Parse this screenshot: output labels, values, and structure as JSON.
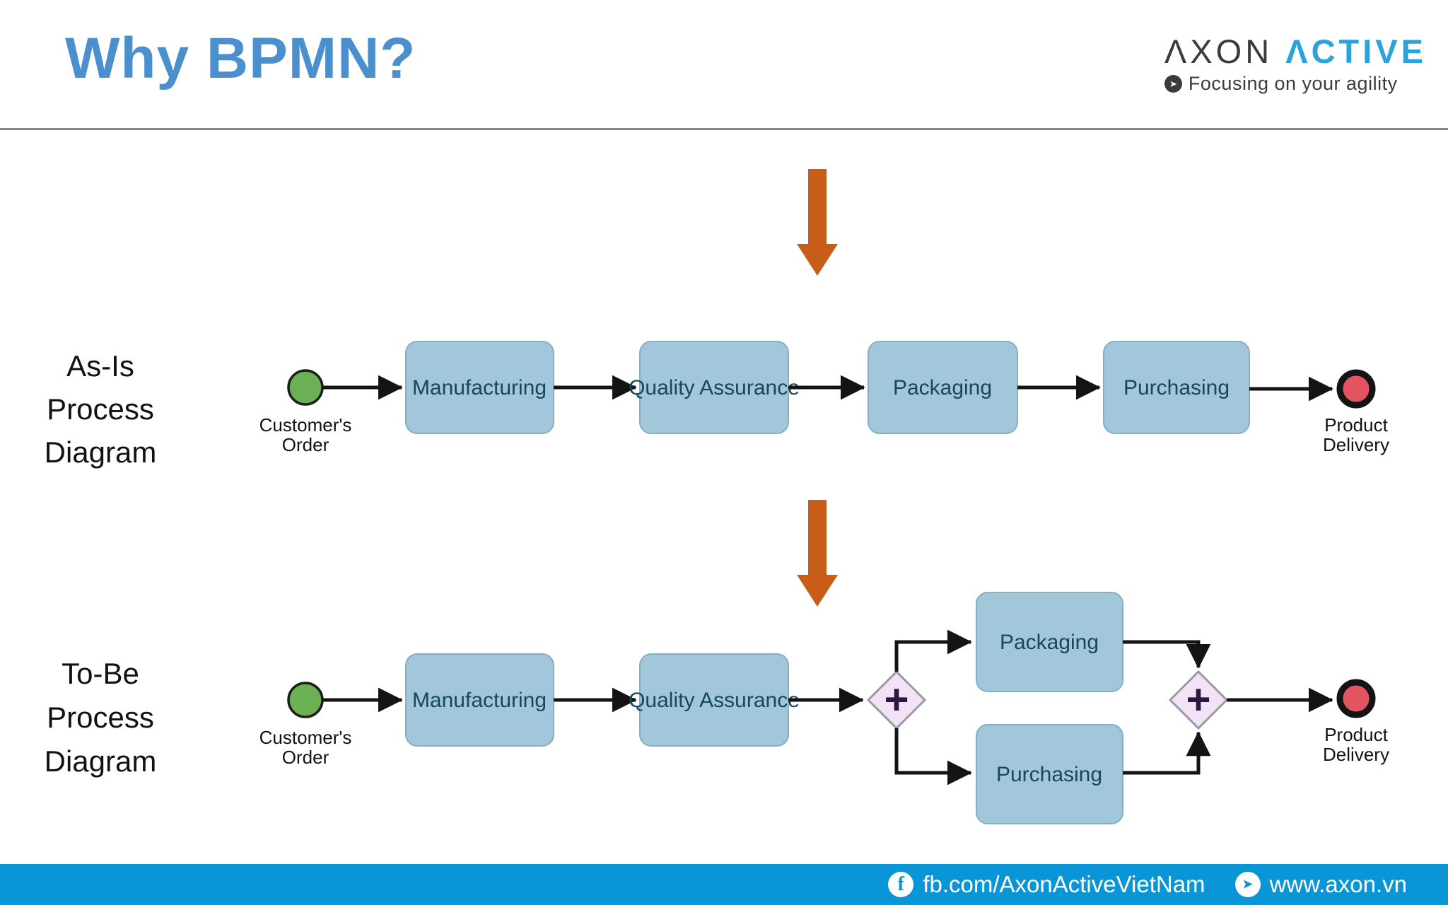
{
  "header": {
    "title": "Why BPMN?",
    "logo": {
      "brand_primary": "ΛXON",
      "brand_secondary": "ΛCTIVE",
      "tagline": "Focusing on your agility"
    }
  },
  "icons": {
    "facebook": "f",
    "globe_arrow": "➤",
    "tagline_arrow": "➤"
  },
  "diagrams": {
    "as_is": {
      "label_lines": [
        "As-Is",
        "Process",
        "Diagram"
      ],
      "start_label_lines": [
        "Customer's",
        "Order"
      ],
      "tasks": [
        "Manufacturing",
        "Quality Assurance",
        "Packaging",
        "Purchasing"
      ],
      "end_label_lines": [
        "Product",
        "Delivery"
      ]
    },
    "to_be": {
      "label_lines": [
        "To-Be",
        "Process",
        "Diagram"
      ],
      "start_label_lines": [
        "Customer's",
        "Order"
      ],
      "tasks_main": [
        "Manufacturing",
        "Quality Assurance"
      ],
      "tasks_parallel": [
        "Packaging",
        "Purchasing"
      ],
      "gateway_symbol": "+",
      "end_label_lines": [
        "Product",
        "Delivery"
      ]
    }
  },
  "footer": {
    "facebook": "fb.com/AxonActiveVietNam",
    "website": "www.axon.vn"
  },
  "colors": {
    "title_blue": "#4a8fce",
    "brand_blue": "#2aa3dc",
    "task_fill": "#a2c7da",
    "task_text": "#16485d",
    "start_event_green": "#6bb052",
    "end_event_red": "#e25560",
    "gateway_fill": "#f3e1f5",
    "big_arrow_orange": "#c75d17",
    "footer_blue": "#0a96d6"
  }
}
